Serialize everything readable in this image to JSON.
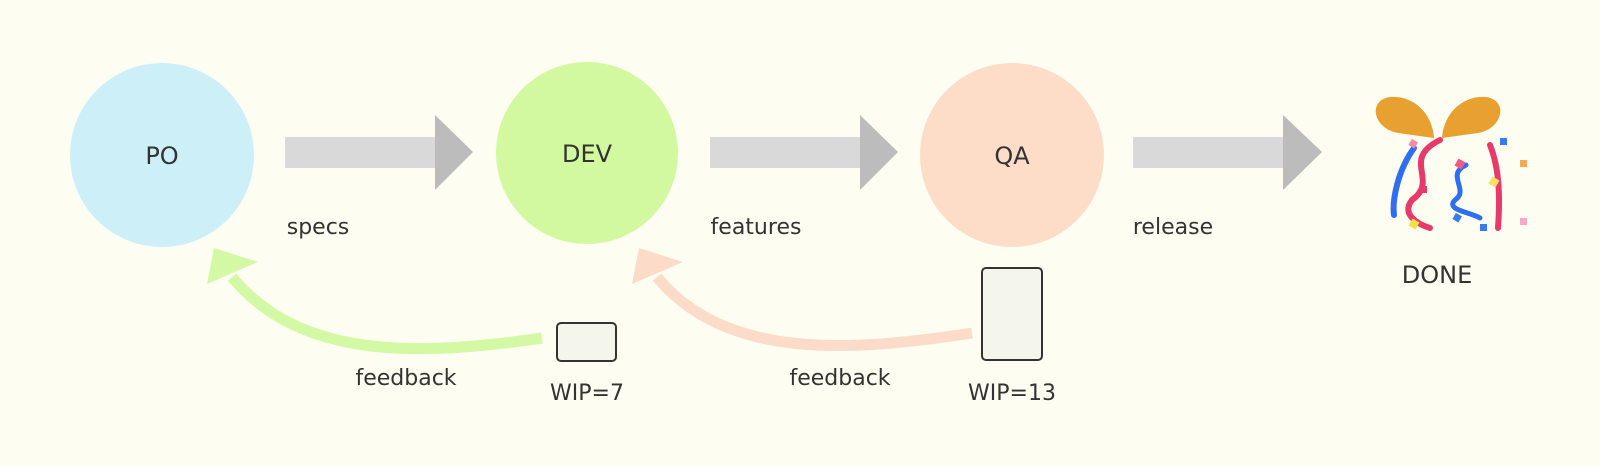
{
  "nodes": [
    {
      "label": "PO",
      "color": "#cdeff8"
    },
    {
      "label": "DEV",
      "color": "#d2f99f"
    },
    {
      "label": "QA",
      "color": "#fddcc8"
    },
    {
      "label": "DONE",
      "icon": "party-popper-icon"
    }
  ],
  "flows": [
    {
      "label": "specs"
    },
    {
      "label": "features"
    },
    {
      "label": "release"
    }
  ],
  "feedback": [
    {
      "label": "feedback",
      "color": "#d4f9a4"
    },
    {
      "label": "feedback",
      "color": "#fcdcc8"
    }
  ],
  "queues": [
    {
      "label": "WIP=7"
    },
    {
      "label": "WIP=13"
    }
  ],
  "colors": {
    "arrow_bar": "#d9d9d9",
    "arrow_head": "#bcbcbc",
    "background": "#fdfdf1"
  }
}
